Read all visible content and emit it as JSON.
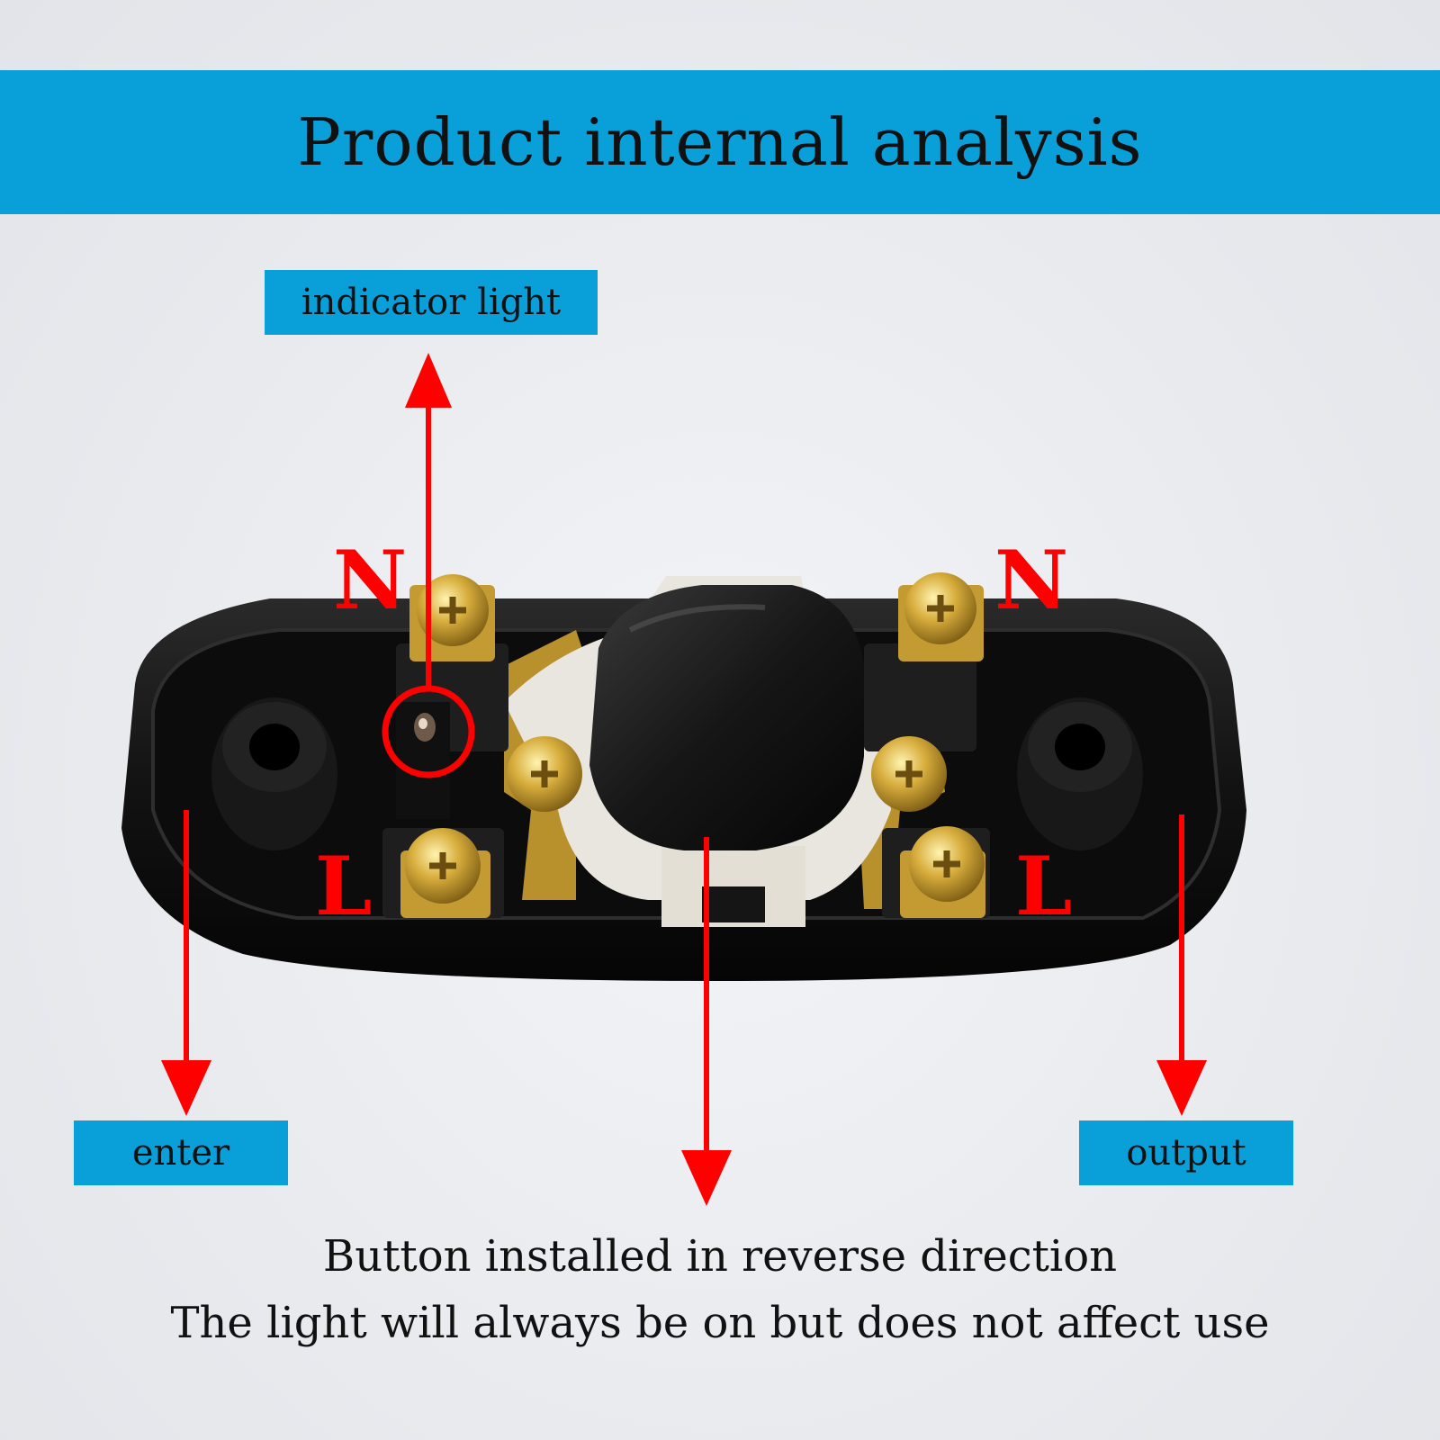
{
  "colors": {
    "banner": "#09a0da",
    "annotation_red": "#ff0000",
    "switch_body": "#141414",
    "brass": "#c9a23a",
    "insulator": "#e9e6df"
  },
  "banner": {
    "title": "Product internal analysis"
  },
  "labels": {
    "indicator_light": "indicator light",
    "enter": "enter",
    "output": "output"
  },
  "terminals": {
    "top_left": "N",
    "top_right": "N",
    "bottom_left": "L",
    "bottom_right": "L"
  },
  "caption": {
    "line1": "Button installed in reverse direction",
    "line2": "The light will always be on but does not affect use"
  }
}
